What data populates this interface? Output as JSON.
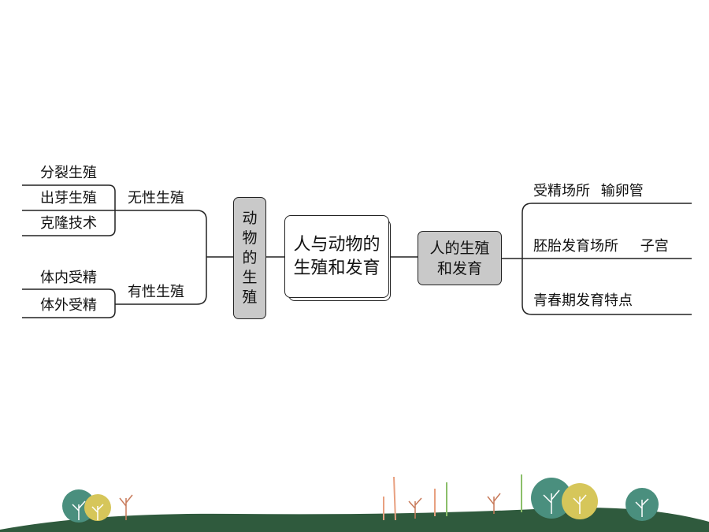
{
  "mindmap": {
    "center": "人与动物的生殖和发育",
    "left_branch": {
      "label": "动物的生殖",
      "groups": [
        {
          "label": "无性生殖",
          "items": [
            "分裂生殖",
            "出芽生殖",
            "克隆技术"
          ]
        },
        {
          "label": "有性生殖",
          "items": [
            "体内受精",
            "体外受精"
          ]
        }
      ]
    },
    "right_branch": {
      "label": "人的生殖和发育",
      "items": [
        {
          "label": "受精场所",
          "answer": "输卵管"
        },
        {
          "label": "胚胎发育场所",
          "answer": "子宫"
        },
        {
          "label": "青春期发育特点",
          "answer": ""
        }
      ]
    }
  },
  "colors": {
    "node_fill": "#c9c9c9",
    "line": "#222222",
    "ground": "#2f5a3d"
  }
}
